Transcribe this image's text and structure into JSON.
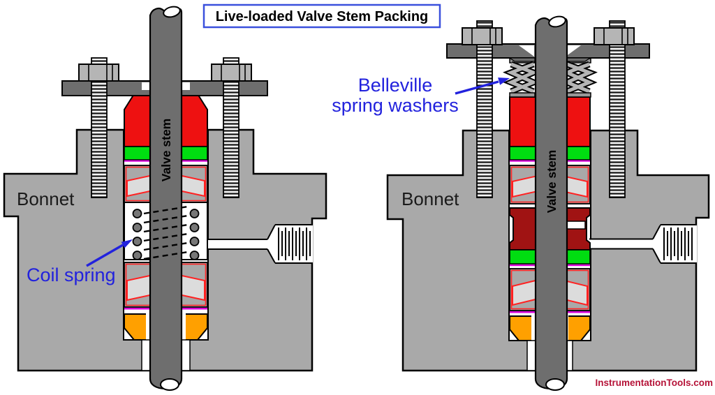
{
  "title": "Live-loaded Valve Stem Packing",
  "watermark": "InstrumentationTools.com",
  "left_assembly": {
    "bonnet_label": "Bonnet",
    "stem_label": "Valve stem",
    "coil_spring_label": "Coil spring"
  },
  "right_assembly": {
    "bonnet_label": "Bonnet",
    "stem_label": "Valve stem",
    "belleville_label_line1": "Belleville",
    "belleville_label_line2": "spring washers"
  },
  "colors": {
    "stem_gray": "#6e6e6e",
    "plate_gray": "#6e6e6e",
    "bonnet_gray": "#a9a9a9",
    "metal_light": "#b5b5b5",
    "red": "#ee1111",
    "dark_red": "#a01313",
    "green": "#00dd11",
    "magenta": "#d800d8",
    "orange": "#ffa000",
    "chevron_fill": "#dcdcdc",
    "chevron_line": "#ff2222",
    "spring_gray": "#777777",
    "label_blue": "#2222dd",
    "title_border": "#3a50dd",
    "watermark_red": "#b51237"
  }
}
